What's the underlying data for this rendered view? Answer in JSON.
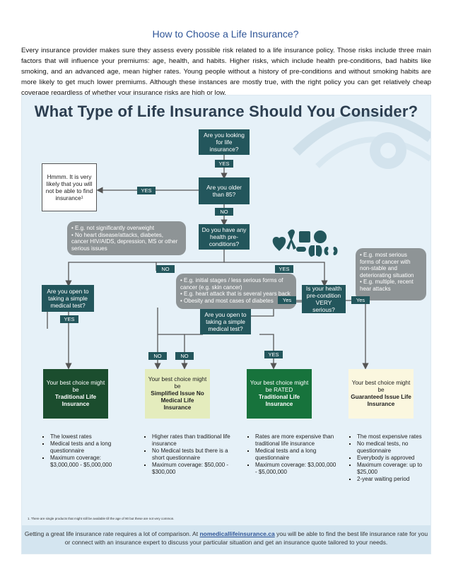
{
  "page": {
    "title": "How to Choose a Life Insurance?",
    "intro": "Every insurance provider makes sure they assess every possible risk related to a life insurance policy. Those risks include three main factors that will influence your premiums: age, health, and habits. Higher risks, which include health pre-conditions, bad habits like smoking, and an advanced age, mean higher rates. Young people without a history of pre-conditions and without smoking habits are more likely to get much lower premiums. Although these instances are mostly true, with the right policy you can get relatively cheap coverage regardless of whether your insurance risks are high or low."
  },
  "infographic": {
    "title": "What Type of Life Insurance Should You Consider?",
    "q1": "Are you looking for life insurance?",
    "q2": "Are you older than 85?",
    "q3": "Do you have any health pre-conditions?",
    "q4": "Are you open to taking a simple medical test?",
    "q5": "Is your health pre-condition VERY serious?",
    "q6": "Are you open to taking a simple medical test?",
    "hmmm": "Hmmm. It is very likely that you will not be able to find insurance¹",
    "labels": {
      "yes1": "YES",
      "yes2": "YES",
      "no1": "NO",
      "no2": "NO",
      "yes3": "YES",
      "yes4": "YES",
      "no3": "NO",
      "no4": "NO",
      "yes5": "YES",
      "yes6": "Yes",
      "yes7": "Yes"
    },
    "notes": {
      "healthy": [
        "• E.g. not significantly overweight",
        "• No heart disease/attacks, diabetes, cancer HIV/AIDS, depression, MS or other serious issues"
      ],
      "moderate": [
        "• E.g. initial stages / less serious forms of cancer (e.g. skin cancer)",
        "• E.g. heart attack that is several years back",
        "• Obesity and most cases of diabetes"
      ],
      "serious": [
        "• E.g. most serious forms of cancer with non-stable and deteriorating situation",
        "• E.g. multiple, recent hear attacks"
      ]
    },
    "results": [
      {
        "pre": "Your best choice might be",
        "name": "Traditional Life Insurance",
        "bullets": [
          "The lowest rates",
          "Medical tests and a long questionnaire",
          "Maximum coverage: $3,000,000 - $5,000,000"
        ]
      },
      {
        "pre": "Your best choice might be",
        "name": "Simplified Issue No Medical Life Insurance",
        "bullets": [
          "Higher rates than traditional life insurance",
          "No Medical tests but there is a short questionnaire",
          "Maximum coverage: $50,000 - $300,000"
        ]
      },
      {
        "pre": "Your best choice might be RATED",
        "name": "Traditional Life Insurance",
        "bullets": [
          "Rates are more expensive than traditional life insurance",
          "Medical tests and a long questionnaire",
          "Maximum coverage: $3,000,000 - $5,000,000"
        ]
      },
      {
        "pre": "Your best choice might be",
        "name": "Guaranteed Issue Life Insurance",
        "bullets": [
          "The most expensive rates",
          "No medical tests, no questionnaire",
          "Everybody is approved",
          "Maximum coverage: up to $25,000",
          "2-year waiting period"
        ]
      }
    ],
    "footnote": "1. There are single products that might still be available till the age of 90 but these are not very common.",
    "footer_pre": "Getting a great life insurance rate requires a lot of comparison. At ",
    "footer_link": "nomedicallifeinsurance.ca",
    "footer_post": " you will be able to find the best life insurance rate for you or connect with an insurance expert to discuss your particular situation and get an insurance quote tailored to your needs."
  },
  "colors": {
    "title_blue": "#2f5597",
    "teal": "#23565c",
    "background": "#e6f1f8",
    "result_traditional": "#1b4d2e",
    "result_simplified": "#e4ecbd",
    "result_rated": "#17733c",
    "result_guaranteed": "#fbf7df"
  },
  "icons": [
    "heart-broken-icon",
    "ribbon-icon",
    "scale-icon",
    "brain-icon",
    "pills-icon",
    "lungs-icon",
    "kidneys-icon"
  ]
}
